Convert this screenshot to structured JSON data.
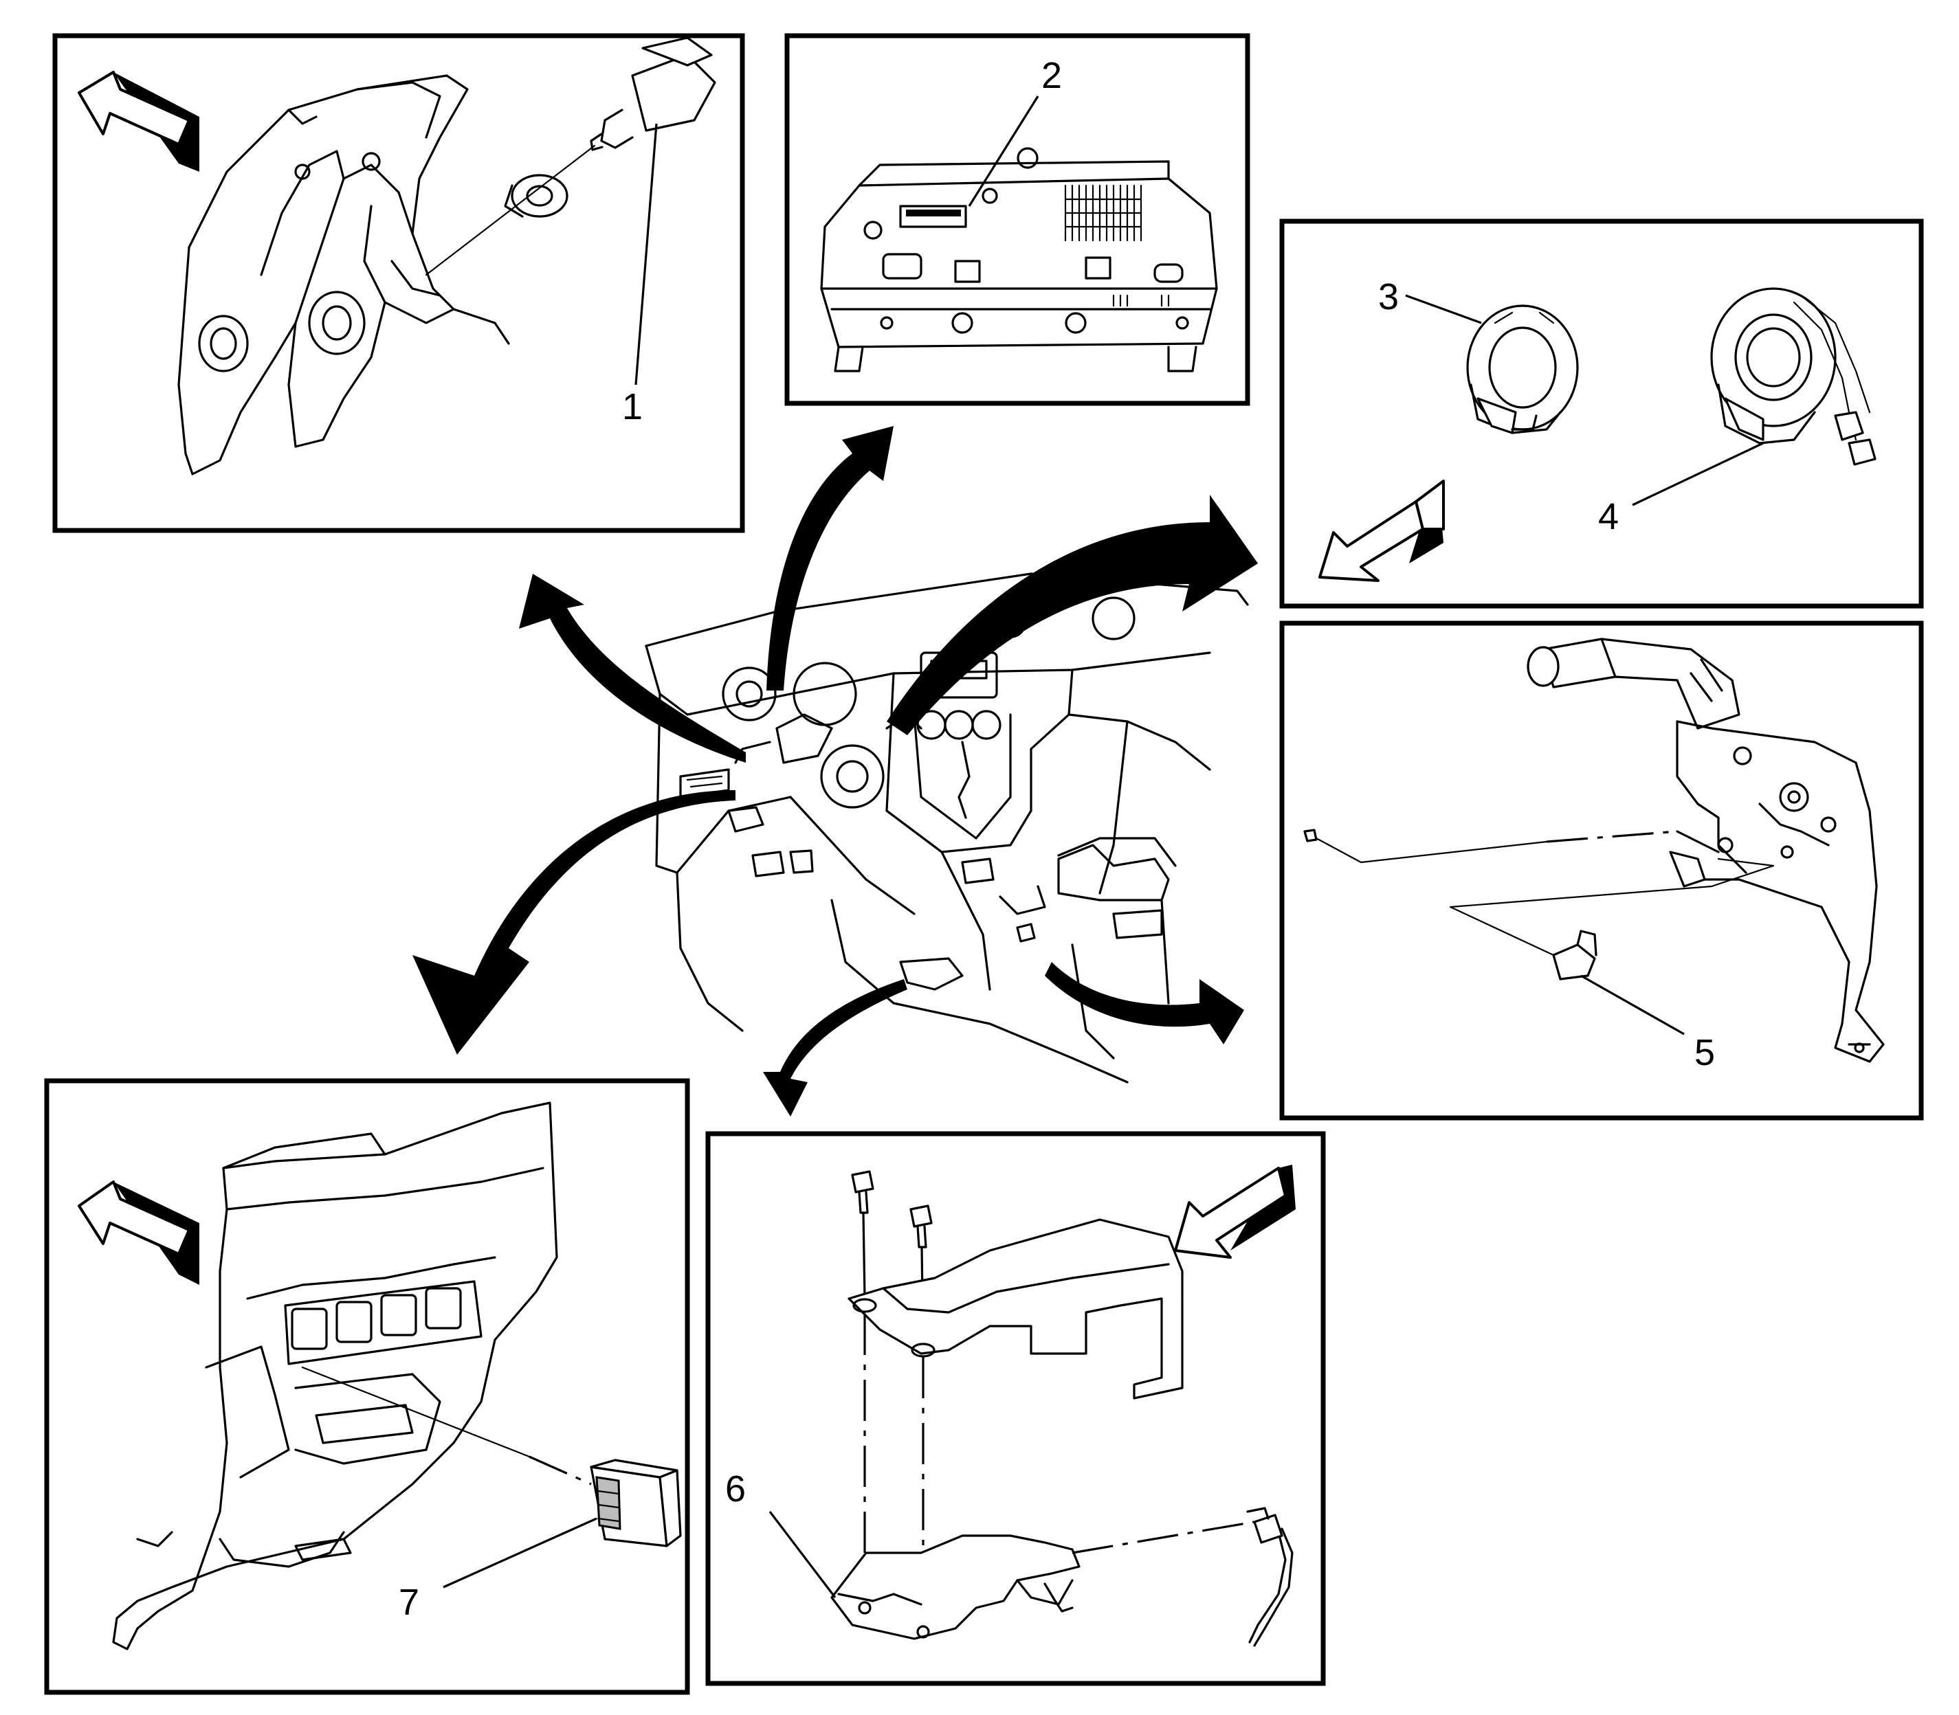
{
  "callouts": [
    {
      "id": "1",
      "label": "1"
    },
    {
      "id": "2",
      "label": "2"
    },
    {
      "id": "3",
      "label": "3"
    },
    {
      "id": "4",
      "label": "4"
    },
    {
      "id": "5",
      "label": "5"
    },
    {
      "id": "6",
      "label": "6"
    },
    {
      "id": "7",
      "label": "7"
    }
  ],
  "colors": {
    "line": "#000000",
    "background": "#ffffff",
    "shade": "#bdbdbd"
  },
  "icons": [
    "direction-arrow-icon",
    "curved-pointer-arrow-icon"
  ]
}
